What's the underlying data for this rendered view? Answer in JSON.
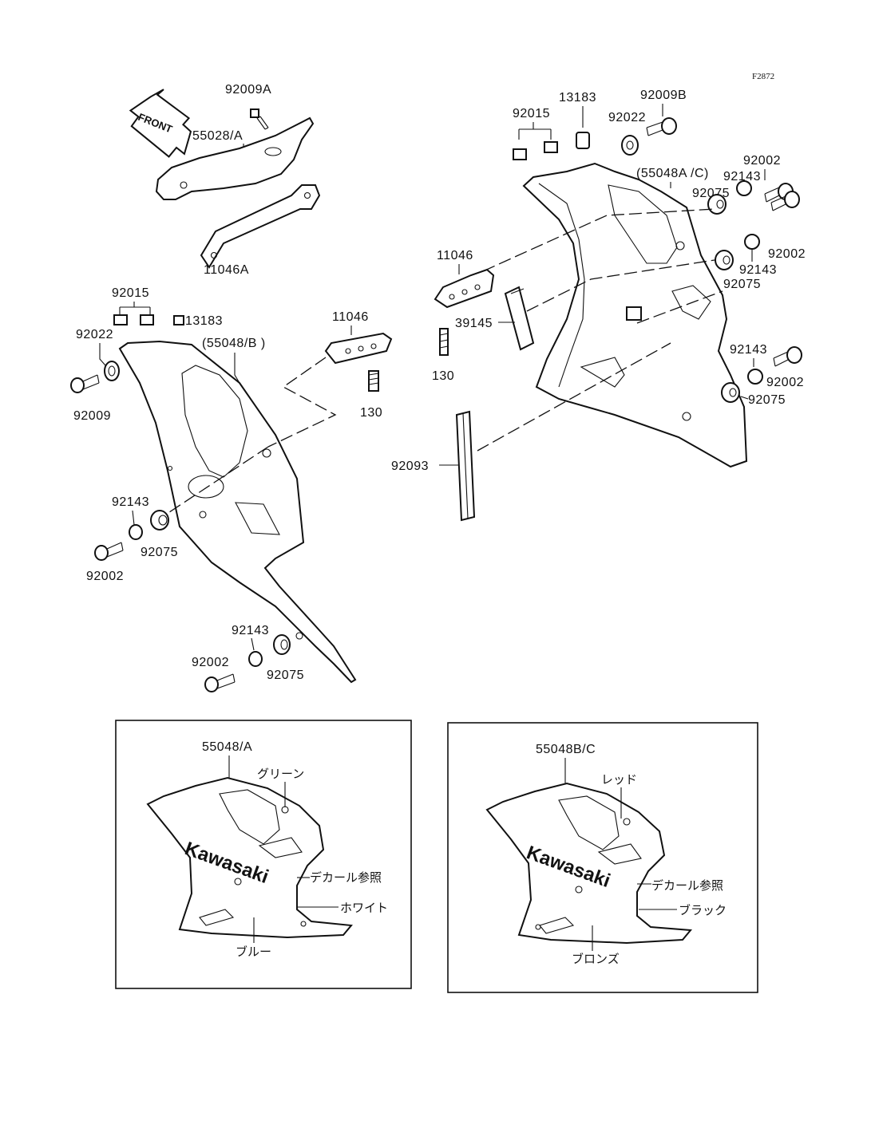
{
  "figure_code": "F2872",
  "front_arrow": "FRONT",
  "upper_left": {
    "bolt_top": "92009A",
    "cover": "55028/A",
    "bracket": "11046A"
  },
  "left_cowl": {
    "clip": "92015",
    "nut": "13183",
    "washer": "92022",
    "bolt": "92009",
    "panel": "(55048/B )",
    "bracket": "11046",
    "screw": "130",
    "collar_a": "92143",
    "grommet_a": "92075",
    "bolt_a": "92002",
    "collar_b": "92143",
    "bolt_b": "92002",
    "grommet_b": "92075"
  },
  "right_cowl": {
    "clip": "92015",
    "nut": "13183",
    "washer": "92022",
    "bolt_top": "92009B",
    "panel": "(55048A /C)",
    "bolt_1": "92002",
    "collar_1": "92143",
    "grommet_1": "92075",
    "bolt_2": "92002",
    "collar_2": "92143",
    "grommet_2": "92075",
    "collar_3": "92143",
    "bolt_3": "92002",
    "grommet_3": "92075",
    "bracket": "11046",
    "pad": "39145",
    "screw": "130",
    "strip": "92093"
  },
  "variant_a": {
    "part": "55048/A",
    "brand": "Kawasaki",
    "color_top": "グリーン",
    "decal_ref": "デカール参照",
    "color_mid": "ホワイト",
    "color_bottom": "ブルー"
  },
  "variant_b": {
    "part": "55048B/C",
    "brand": "Kawasaki",
    "color_top": "レッド",
    "decal_ref": "デカール参照",
    "color_mid": "ブラック",
    "color_bottom": "ブロンズ"
  }
}
